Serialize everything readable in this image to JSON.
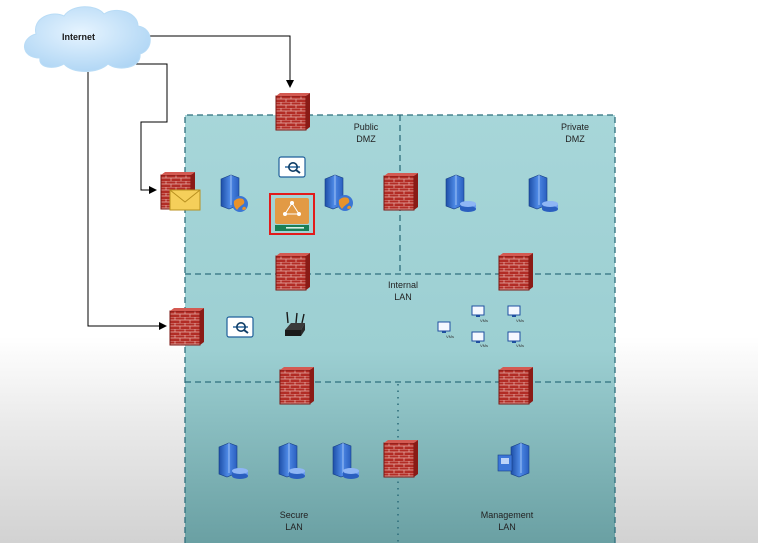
{
  "cloud": {
    "label": "Internet"
  },
  "zones": {
    "public_dmz": [
      "Public",
      "DMZ"
    ],
    "private_dmz": [
      "Private",
      "DMZ"
    ],
    "internal_lan": [
      "Internal",
      "LAN"
    ],
    "secure_lan": [
      "Secure",
      "LAN"
    ],
    "management_lan": [
      "Management",
      "LAN"
    ]
  },
  "vm_label": "VMs",
  "colors": {
    "zone_fill": "#a9d6d9",
    "zone_fill_dark": "#78acae",
    "zone_border": "#2f6f7d",
    "firewall": "#b12a24",
    "server_blue": "#2e66c9",
    "highlight": "#e21b1b"
  }
}
